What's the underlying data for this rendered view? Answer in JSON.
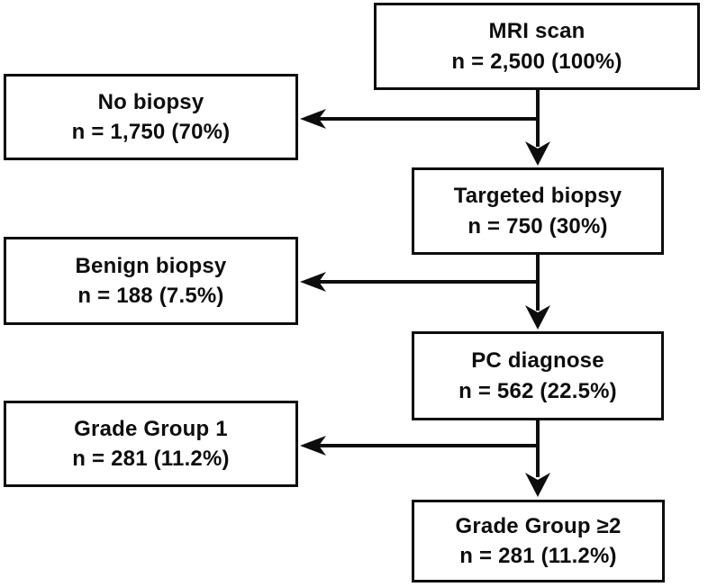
{
  "diagram": {
    "type": "flowchart",
    "colors": {
      "node_border": "#0d0d0d",
      "node_fill": "#ffffff",
      "text": "#0d0d0d",
      "arrow": "#0d0d0d"
    },
    "nodes": [
      {
        "id": "mri-scan",
        "label": "MRI scan",
        "value": "n = 2,500 (100%)"
      },
      {
        "id": "no-biopsy",
        "label": "No biopsy",
        "value": "n = 1,750 (70%)"
      },
      {
        "id": "targeted-biopsy",
        "label": "Targeted biopsy",
        "value": "n = 750 (30%)"
      },
      {
        "id": "benign-biopsy",
        "label": "Benign biopsy",
        "value": "n = 188 (7.5%)"
      },
      {
        "id": "pc-diagnose",
        "label": "PC diagnose",
        "value": "n = 562 (22.5%)"
      },
      {
        "id": "grade-group-1",
        "label": "Grade Group 1",
        "value": "n = 281 (11.2%)"
      },
      {
        "id": "grade-group-ge2",
        "label": "Grade Group ≥2",
        "value": "n = 281 (11.2%)"
      }
    ],
    "edges": [
      {
        "from": "mri-scan",
        "to": "targeted-biopsy",
        "direction": "down"
      },
      {
        "from": "mri-scan",
        "to": "no-biopsy",
        "direction": "left"
      },
      {
        "from": "targeted-biopsy",
        "to": "pc-diagnose",
        "direction": "down"
      },
      {
        "from": "targeted-biopsy",
        "to": "benign-biopsy",
        "direction": "left"
      },
      {
        "from": "pc-diagnose",
        "to": "grade-group-ge2",
        "direction": "down"
      },
      {
        "from": "pc-diagnose",
        "to": "grade-group-1",
        "direction": "left"
      }
    ]
  }
}
